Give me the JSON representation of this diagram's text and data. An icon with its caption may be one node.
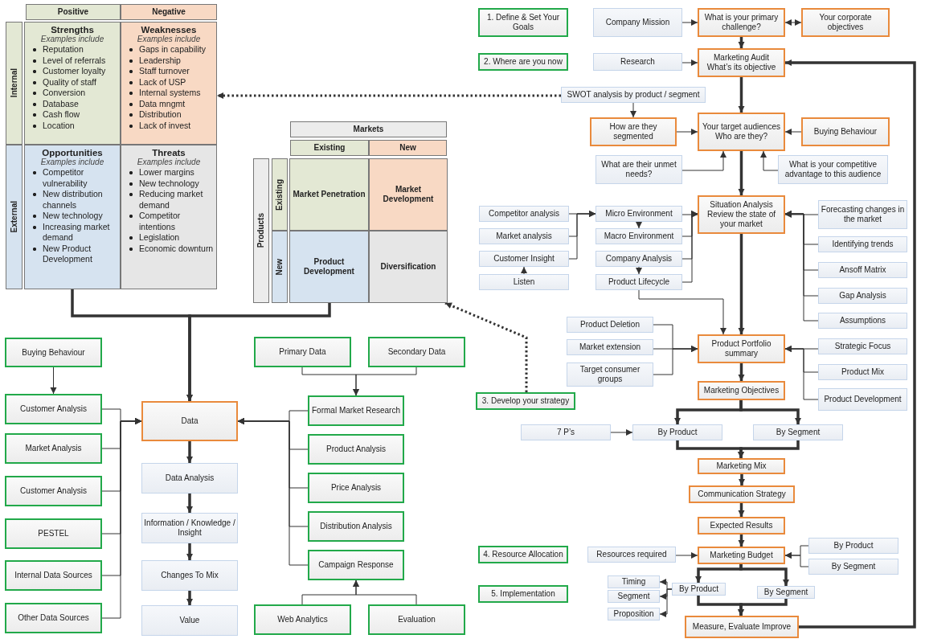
{
  "diagram": {
    "nodes": [
      {
        "text": [
          "Positive"
        ]
      },
      {
        "text": [
          "Negative"
        ]
      },
      {
        "text": [
          "Internal"
        ]
      },
      {
        "text": [
          "External"
        ]
      },
      {
        "text": [
          "Strengths",
          "Examples include",
          "Reputation",
          "Level of referrals",
          "Customer loyalty",
          "Quality of staff",
          "Conversion",
          "Database",
          "Cash flow",
          "Location"
        ]
      },
      {
        "text": [
          "Weaknesses",
          "Examples include",
          "Gaps in capability",
          "Leadership",
          "Staff turnover",
          "Lack of USP",
          "Internal systems",
          "Data mngmt",
          "Distribution",
          "Lack of invest"
        ]
      },
      {
        "text": [
          "Opportunities",
          "Examples include",
          "Competitor vulnerability",
          "New distribution channels",
          "New technology",
          "Increasing market demand",
          "New Product Development"
        ]
      },
      {
        "text": [
          "Threats",
          "Examples include",
          "Lower margins",
          "New technology",
          "Reducing market demand",
          "Competitor intentions",
          "Legislation",
          "Economic downturn"
        ]
      },
      {
        "text": [
          "Markets"
        ]
      },
      {
        "text": [
          "Existing"
        ]
      },
      {
        "text": [
          "New"
        ]
      },
      {
        "text": [
          "Products"
        ]
      },
      {
        "text": [
          "Existing"
        ]
      },
      {
        "text": [
          "New"
        ]
      },
      {
        "text": [
          "Market Penetration"
        ]
      },
      {
        "text": [
          "Market Development"
        ]
      },
      {
        "text": [
          "Product Development"
        ]
      },
      {
        "text": [
          "Diversification"
        ]
      },
      {
        "text": [
          "1. Define & Set Your Goals"
        ]
      },
      {
        "text": [
          "Company Mission"
        ]
      },
      {
        "text": [
          "What is your primary challenge?"
        ]
      },
      {
        "text": [
          "Your corporate objectives"
        ]
      },
      {
        "text": [
          "2. Where are you now"
        ]
      },
      {
        "text": [
          "Research"
        ]
      },
      {
        "text": [
          "Marketing Audit What’s its objective"
        ]
      },
      {
        "text": [
          "SWOT analysis by product / segment"
        ]
      },
      {
        "text": [
          "How are they segmented"
        ]
      },
      {
        "text": [
          "Your target audiences Who are they?"
        ]
      },
      {
        "text": [
          "Buying Behaviour"
        ]
      },
      {
        "text": [
          "What are their unmet needs?"
        ]
      },
      {
        "text": [
          "What is your competitive advantage to this audience"
        ]
      },
      {
        "text": [
          "Competitor analysis"
        ]
      },
      {
        "text": [
          "Micro Environment"
        ]
      },
      {
        "text": [
          "Situation Analysis Review the state of your market"
        ]
      },
      {
        "text": [
          "Forecasting changes in the market"
        ]
      },
      {
        "text": [
          "Market analysis"
        ]
      },
      {
        "text": [
          "Macro Environment"
        ]
      },
      {
        "text": [
          "Identifying trends"
        ]
      },
      {
        "text": [
          "Customer Insight"
        ]
      },
      {
        "text": [
          "Company Analysis"
        ]
      },
      {
        "text": [
          "Ansoff Matrix"
        ]
      },
      {
        "text": [
          "Listen"
        ]
      },
      {
        "text": [
          "Product Lifecycle"
        ]
      },
      {
        "text": [
          "Gap Analysis"
        ]
      },
      {
        "text": [
          "Assumptions"
        ]
      },
      {
        "text": [
          "Product Deletion"
        ]
      },
      {
        "text": [
          "Product Portfolio summary"
        ]
      },
      {
        "text": [
          "Strategic Focus"
        ]
      },
      {
        "text": [
          "Market extension"
        ]
      },
      {
        "text": [
          "Target consumer groups"
        ]
      },
      {
        "text": [
          "Product Mix"
        ]
      },
      {
        "text": [
          "3. Develop your strategy"
        ]
      },
      {
        "text": [
          "Marketing Objectives"
        ]
      },
      {
        "text": [
          "Product Development"
        ]
      },
      {
        "text": [
          "7 P’s"
        ]
      },
      {
        "text": [
          "By Product"
        ]
      },
      {
        "text": [
          "By Segment"
        ]
      },
      {
        "text": [
          "Marketing Mix"
        ]
      },
      {
        "text": [
          "Communication Strategy"
        ]
      },
      {
        "text": [
          "Expected Results"
        ]
      },
      {
        "text": [
          "4. Resource Allocation"
        ]
      },
      {
        "text": [
          "Resources required"
        ]
      },
      {
        "text": [
          "Marketing Budget"
        ]
      },
      {
        "text": [
          "By Product"
        ]
      },
      {
        "text": [
          "By Segment"
        ]
      },
      {
        "text": [
          "Timing"
        ]
      },
      {
        "text": [
          "By Product"
        ]
      },
      {
        "text": [
          "By Segment"
        ]
      },
      {
        "text": [
          "5. Implementation"
        ]
      },
      {
        "text": [
          "Segment"
        ]
      },
      {
        "text": [
          "Proposition"
        ]
      },
      {
        "text": [
          "Measure, Evaluate Improve"
        ]
      },
      {
        "text": [
          "Buying Behaviour"
        ]
      },
      {
        "text": [
          "Primary Data"
        ]
      },
      {
        "text": [
          "Secondary Data"
        ]
      },
      {
        "text": [
          "Customer Analysis"
        ]
      },
      {
        "text": [
          "Data"
        ]
      },
      {
        "text": [
          "Formal Market Research"
        ]
      },
      {
        "text": [
          "Market Analysis"
        ]
      },
      {
        "text": [
          "Product Analysis"
        ]
      },
      {
        "text": [
          "Data Analysis"
        ]
      },
      {
        "text": [
          "Customer Analysis"
        ]
      },
      {
        "text": [
          "Price Analysis"
        ]
      },
      {
        "text": [
          "Information / Knowledge / Insight"
        ]
      },
      {
        "text": [
          "PESTEL"
        ]
      },
      {
        "text": [
          "Distribution Analysis"
        ]
      },
      {
        "text": [
          "Changes To Mix"
        ]
      },
      {
        "text": [
          "Internal Data Sources"
        ]
      },
      {
        "text": [
          "Campaign Response"
        ]
      },
      {
        "text": [
          "Other Data Sources"
        ]
      },
      {
        "text": [
          "Value"
        ]
      },
      {
        "text": [
          "Web Analytics"
        ]
      },
      {
        "text": [
          "Evaluation"
        ]
      }
    ],
    "edges": [
      {
        "from": 25,
        "to": 5,
        "arrow": "to",
        "style": "dashed"
      },
      {
        "from": 51,
        "to": 17,
        "arrow": "to",
        "style": "dashed"
      },
      {
        "from": 6,
        "to": 76,
        "arrow": "to",
        "style": "thick"
      },
      {
        "from": 16,
        "to": 76,
        "arrow": "to",
        "style": "thick"
      },
      {
        "from": 19,
        "to": 20,
        "arrow": "to"
      },
      {
        "from": 20,
        "to": 21,
        "arrow": "both"
      },
      {
        "from": 20,
        "to": 24,
        "arrow": "to",
        "style": "thick"
      },
      {
        "from": 23,
        "to": 24,
        "arrow": "to"
      },
      {
        "from": 24,
        "to": 27,
        "arrow": "to",
        "style": "thick"
      },
      {
        "from": 25,
        "to": 26,
        "arrow": "to"
      },
      {
        "from": 26,
        "to": 27,
        "arrow": "to"
      },
      {
        "from": 28,
        "to": 27,
        "arrow": "to"
      },
      {
        "from": 29,
        "to": 27,
        "arrow": "to"
      },
      {
        "from": 30,
        "to": 27,
        "arrow": "to"
      },
      {
        "from": 27,
        "to": 33,
        "arrow": "to",
        "style": "thick"
      },
      {
        "from": 31,
        "to": 32,
        "arrow": "to"
      },
      {
        "from": 35,
        "to": 32,
        "arrow": "to"
      },
      {
        "from": 38,
        "to": 32,
        "arrow": "to"
      },
      {
        "from": 41,
        "to": 38,
        "arrow": "to"
      },
      {
        "from": 32,
        "to": 36,
        "arrow": "to"
      },
      {
        "from": 39,
        "to": 42,
        "arrow": "to"
      },
      {
        "from": 32,
        "to": 33,
        "arrow": "to"
      },
      {
        "from": 36,
        "to": 33,
        "arrow": "to"
      },
      {
        "from": 39,
        "to": 33,
        "arrow": "to"
      },
      {
        "from": 42,
        "to": 33,
        "arrow": "to"
      },
      {
        "from": 34,
        "to": 33,
        "arrow": "to"
      },
      {
        "from": 37,
        "to": 33,
        "arrow": "to"
      },
      {
        "from": 40,
        "to": 33,
        "arrow": "to"
      },
      {
        "from": 43,
        "to": 33,
        "arrow": "to"
      },
      {
        "from": 44,
        "to": 33,
        "arrow": "to"
      },
      {
        "from": 42,
        "to": 46,
        "arrow": "to"
      },
      {
        "from": 33,
        "to": 46,
        "arrow": "to",
        "style": "thick"
      },
      {
        "from": 45,
        "to": 46,
        "arrow": "to"
      },
      {
        "from": 48,
        "to": 46,
        "arrow": "to"
      },
      {
        "from": 49,
        "to": 46,
        "arrow": "to"
      },
      {
        "from": 47,
        "to": 46,
        "arrow": "to"
      },
      {
        "from": 50,
        "to": 46,
        "arrow": "to"
      },
      {
        "from": 53,
        "to": 46,
        "arrow": "to"
      },
      {
        "from": 46,
        "to": 52,
        "arrow": "to",
        "style": "thick"
      },
      {
        "from": 52,
        "to": 55,
        "arrow": "to",
        "style": "thick"
      },
      {
        "from": 52,
        "to": 56,
        "arrow": "to",
        "style": "thick"
      },
      {
        "from": 54,
        "to": 55,
        "arrow": "to"
      },
      {
        "from": 55,
        "to": 57,
        "arrow": "to",
        "style": "thick"
      },
      {
        "from": 56,
        "to": 57,
        "arrow": "to",
        "style": "thick"
      },
      {
        "from": 57,
        "to": 58,
        "arrow": "to",
        "style": "thick"
      },
      {
        "from": 58,
        "to": 59,
        "arrow": "to",
        "style": "thick"
      },
      {
        "from": 59,
        "to": 62,
        "arrow": "to",
        "style": "thick"
      },
      {
        "from": 61,
        "to": 62,
        "arrow": "to"
      },
      {
        "from": 63,
        "to": 62,
        "arrow": "to"
      },
      {
        "from": 64,
        "to": 62,
        "arrow": "to"
      },
      {
        "from": 62,
        "to": 66,
        "arrow": "to",
        "style": "thick"
      },
      {
        "from": 62,
        "to": 67,
        "arrow": "to",
        "style": "thick"
      },
      {
        "from": 66,
        "to": 65,
        "arrow": "to"
      },
      {
        "from": 66,
        "to": 69,
        "arrow": "to"
      },
      {
        "from": 66,
        "to": 70,
        "arrow": "to"
      },
      {
        "from": 66,
        "to": 71,
        "arrow": "to",
        "style": "thick"
      },
      {
        "from": 67,
        "to": 71,
        "arrow": "to",
        "style": "thick"
      },
      {
        "from": 71,
        "to": 24,
        "arrow": "to",
        "style": "thick"
      },
      {
        "from": 72,
        "to": 75,
        "arrow": "to"
      },
      {
        "from": 75,
        "to": 76,
        "arrow": "to"
      },
      {
        "from": 78,
        "to": 76,
        "arrow": "to"
      },
      {
        "from": 81,
        "to": 76,
        "arrow": "to"
      },
      {
        "from": 84,
        "to": 76,
        "arrow": "to"
      },
      {
        "from": 87,
        "to": 76,
        "arrow": "to"
      },
      {
        "from": 89,
        "to": 76,
        "arrow": "to"
      },
      {
        "from": 73,
        "to": 77,
        "arrow": "to"
      },
      {
        "from": 74,
        "to": 77,
        "arrow": "to"
      },
      {
        "from": 77,
        "to": 76,
        "arrow": "to"
      },
      {
        "from": 79,
        "to": 76,
        "arrow": "to"
      },
      {
        "from": 82,
        "to": 76,
        "arrow": "to"
      },
      {
        "from": 85,
        "to": 76,
        "arrow": "to"
      },
      {
        "from": 88,
        "to": 76,
        "arrow": "to"
      },
      {
        "from": 91,
        "to": 88,
        "arrow": "to"
      },
      {
        "from": 92,
        "to": 88,
        "arrow": "to"
      },
      {
        "from": 76,
        "to": 80,
        "arrow": "to",
        "style": "thick"
      },
      {
        "from": 80,
        "to": 83,
        "arrow": "to",
        "style": "thick"
      },
      {
        "from": 83,
        "to": 86,
        "arrow": "to",
        "style": "thick"
      },
      {
        "from": 86,
        "to": 90,
        "arrow": "to",
        "style": "thick"
      }
    ]
  }
}
